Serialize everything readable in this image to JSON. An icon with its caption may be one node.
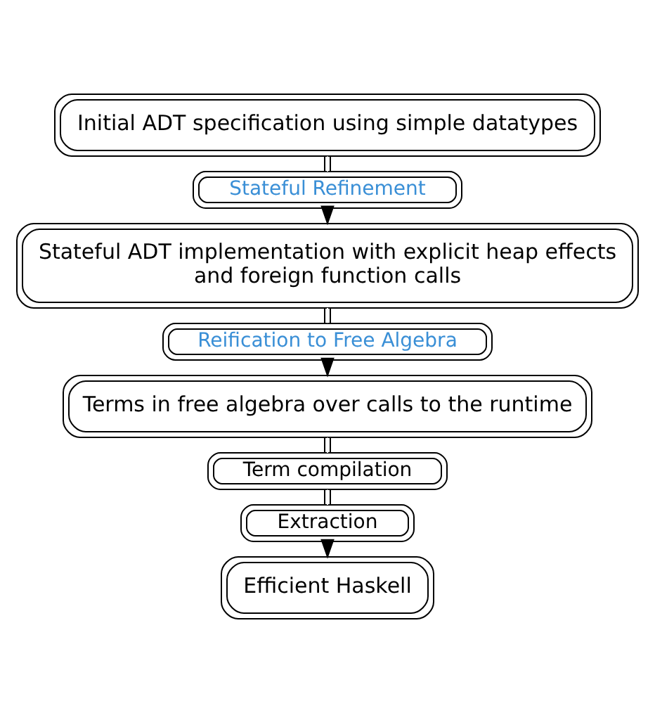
{
  "diagram": {
    "nodes": [
      {
        "text": [
          "Initial ADT specification using simple datatypes"
        ]
      },
      {
        "text": [
          "Stateful Refinement"
        ]
      },
      {
        "text": [
          "Stateful ADT implementation with explicit heap effects and foreign function calls"
        ]
      },
      {
        "text": [
          "Reification to Free Algebra"
        ]
      },
      {
        "text": [
          "Terms in free algebra over calls to the runtime"
        ]
      },
      {
        "text": [
          "Term compilation"
        ]
      },
      {
        "text": [
          "Extraction"
        ]
      },
      {
        "text": [
          "Efficient Haskell"
        ]
      }
    ],
    "edges": [
      {
        "from": 0,
        "to": 1,
        "arrow": "none"
      },
      {
        "from": 1,
        "to": 2,
        "arrow": "to"
      },
      {
        "from": 2,
        "to": 3,
        "arrow": "none"
      },
      {
        "from": 3,
        "to": 4,
        "arrow": "to"
      },
      {
        "from": 4,
        "to": 5,
        "arrow": "none"
      },
      {
        "from": 5,
        "to": 6,
        "arrow": "none"
      },
      {
        "from": 6,
        "to": 7,
        "arrow": "to"
      }
    ]
  }
}
